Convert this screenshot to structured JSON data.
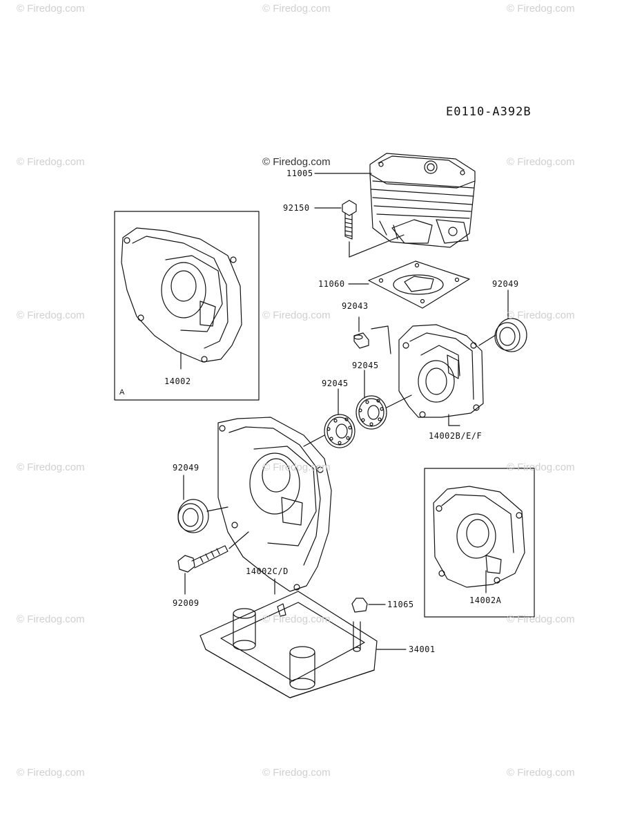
{
  "diagram": {
    "code": "E0110-A392B",
    "inset_letter": "A",
    "watermark": "© Firedog.com",
    "parts": {
      "cylinder": "11005",
      "bolt_cyl": "92150",
      "gasket": "11060",
      "pin": "92043",
      "seal_right": "92049",
      "bearing_upper": "92045",
      "bearing_lower": "92045",
      "crankcase_inset": "14002",
      "crankcase_right": "14002B/E/F",
      "seal_left": "92049",
      "crankcase_left": "14002C/D",
      "bolt_case": "92009",
      "crankcase_inset_a": "14002A",
      "cap": "11065",
      "cover": "34001"
    }
  }
}
